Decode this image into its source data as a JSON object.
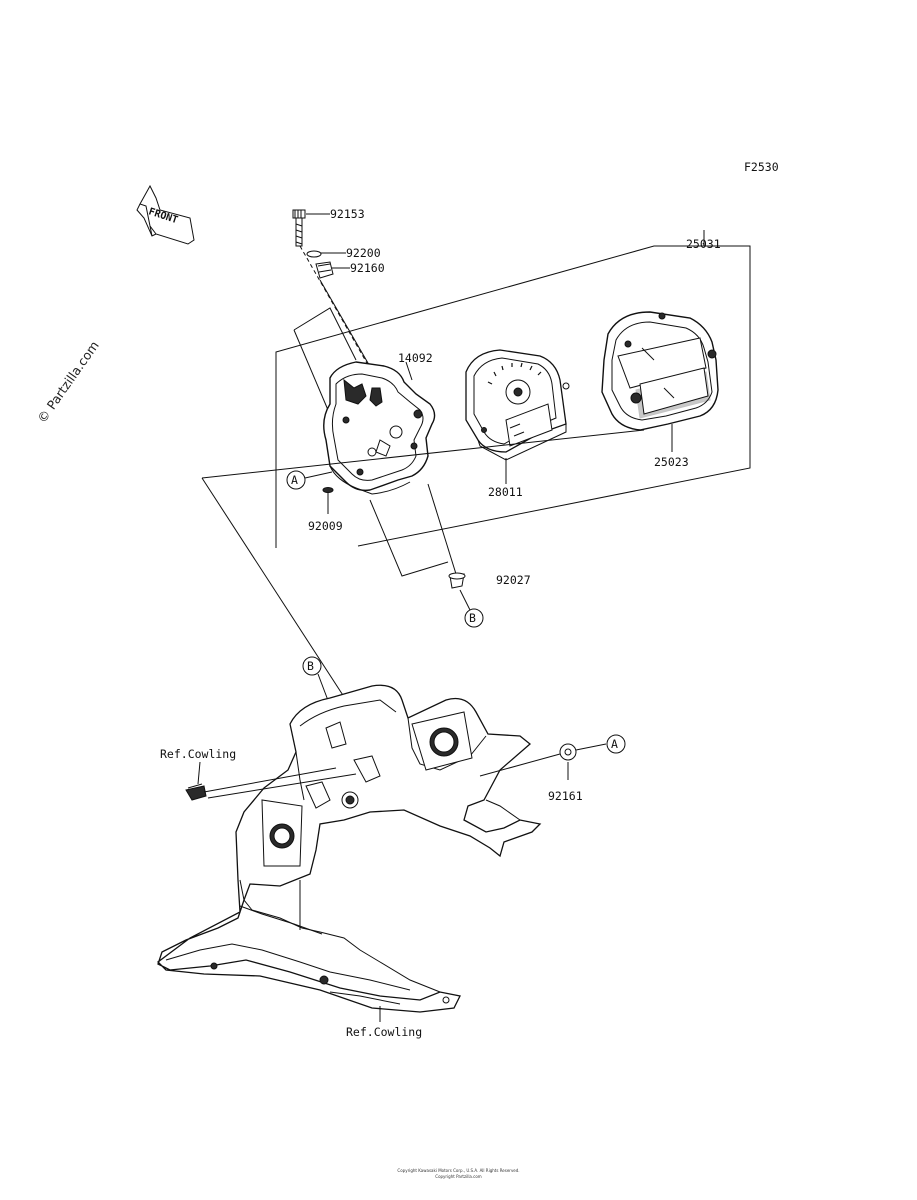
{
  "figure_code": "F2530",
  "watermark": "© Partzilla.com",
  "front_arrow": "FRONT",
  "callouts": {
    "a_top": "A",
    "b_top": "B",
    "b_bottom": "B",
    "a_right": "A"
  },
  "parts": {
    "p92153": "92153",
    "p92200": "92200",
    "p92160": "92160",
    "p25031": "25031",
    "p14092": "14092",
    "p28011": "28011",
    "p25023": "25023",
    "p92009": "92009",
    "p92027": "92027",
    "p92161": "92161"
  },
  "references": {
    "ref_left": "Ref.Cowling",
    "ref_bottom": "Ref.Cowling"
  },
  "footer": {
    "line1": "Copyright Kawasaki Motors Corp., U.S.A. All Rights Reserved.",
    "line2": "Copyright Partzilla.com"
  },
  "colors": {
    "line": "#111111",
    "shade": "#2a2a2a",
    "paper": "#ffffff"
  }
}
